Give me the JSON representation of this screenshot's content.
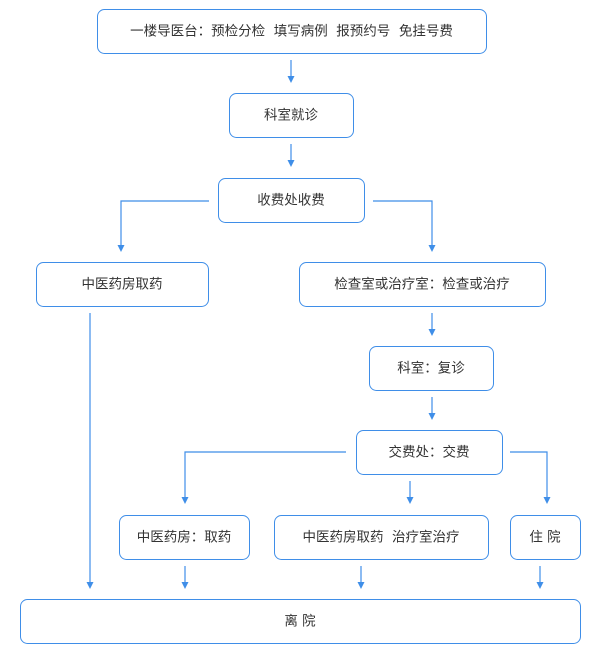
{
  "diagram": {
    "type": "flowchart",
    "nodes": [
      {
        "id": "n1",
        "label": "一楼导医台：预检分检  填写病例  报预约号  免挂号费"
      },
      {
        "id": "n2",
        "label": "科室就诊"
      },
      {
        "id": "n3",
        "label": "收费处收费"
      },
      {
        "id": "n4",
        "label": "中医药房取药"
      },
      {
        "id": "n5",
        "label": "检查室或治疗室：检查或治疗"
      },
      {
        "id": "n6",
        "label": "科室：复诊"
      },
      {
        "id": "n7",
        "label": "交费处：交费"
      },
      {
        "id": "n8",
        "label": "中医药房：取药"
      },
      {
        "id": "n9",
        "label": "中医药房取药  治疗室治疗"
      },
      {
        "id": "n10",
        "label": "住 院"
      },
      {
        "id": "n11",
        "label": "离 院"
      }
    ],
    "edges": [
      {
        "from": "n1",
        "to": "n2"
      },
      {
        "from": "n2",
        "to": "n3"
      },
      {
        "from": "n3",
        "to": "n4"
      },
      {
        "from": "n3",
        "to": "n5"
      },
      {
        "from": "n4",
        "to": "n11"
      },
      {
        "from": "n5",
        "to": "n6"
      },
      {
        "from": "n6",
        "to": "n7"
      },
      {
        "from": "n7",
        "to": "n8"
      },
      {
        "from": "n7",
        "to": "n9"
      },
      {
        "from": "n7",
        "to": "n10"
      },
      {
        "from": "n8",
        "to": "n11"
      },
      {
        "from": "n9",
        "to": "n11"
      },
      {
        "from": "n10",
        "to": "n11"
      }
    ],
    "colors": {
      "line": "#3f8ee8",
      "node_border": "#3f8ee8",
      "text": "#333333",
      "background": "#ffffff"
    }
  }
}
